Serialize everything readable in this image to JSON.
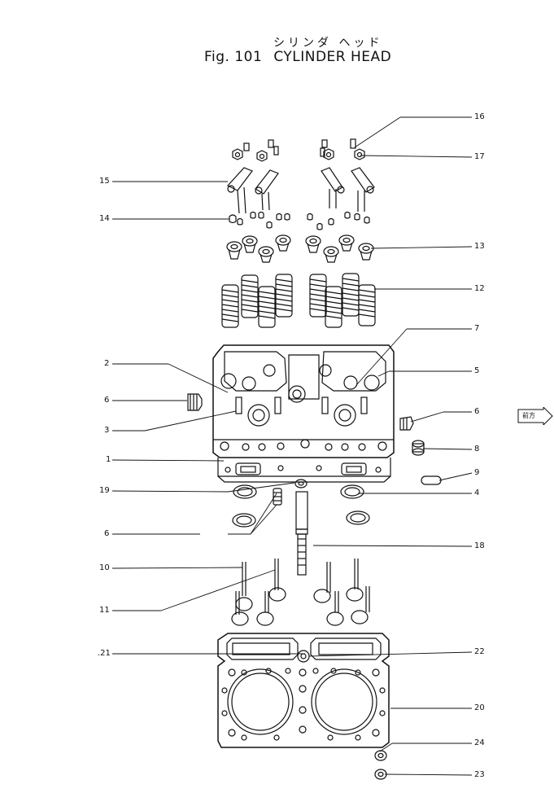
{
  "title_jp": "シリンダ ヘッド",
  "fig_label": "Fig. 101",
  "title": "CYLINDER HEAD",
  "front_marker": "前方",
  "callouts": [
    {
      "id": "c16",
      "text": "16"
    },
    {
      "id": "c17",
      "text": "17"
    },
    {
      "id": "c15",
      "text": "15"
    },
    {
      "id": "c14",
      "text": "14"
    },
    {
      "id": "c13",
      "text": "13"
    },
    {
      "id": "c12",
      "text": "12"
    },
    {
      "id": "c7",
      "text": "7"
    },
    {
      "id": "c2",
      "text": "2"
    },
    {
      "id": "c5",
      "text": "5"
    },
    {
      "id": "c6a",
      "text": "6"
    },
    {
      "id": "c6b",
      "text": "6"
    },
    {
      "id": "c3",
      "text": "3"
    },
    {
      "id": "c8",
      "text": "8"
    },
    {
      "id": "c1",
      "text": "1"
    },
    {
      "id": "c9",
      "text": "9"
    },
    {
      "id": "c19",
      "text": "19"
    },
    {
      "id": "c4",
      "text": "4"
    },
    {
      "id": "c6c",
      "text": "6"
    },
    {
      "id": "c18",
      "text": "18"
    },
    {
      "id": "c10",
      "text": "10"
    },
    {
      "id": "c11",
      "text": "11"
    },
    {
      "id": "c21",
      "text": ".21"
    },
    {
      "id": "c22",
      "text": "22"
    },
    {
      "id": "c20",
      "text": "20"
    },
    {
      "id": "c24",
      "text": "24"
    },
    {
      "id": "c23",
      "text": "23"
    }
  ]
}
